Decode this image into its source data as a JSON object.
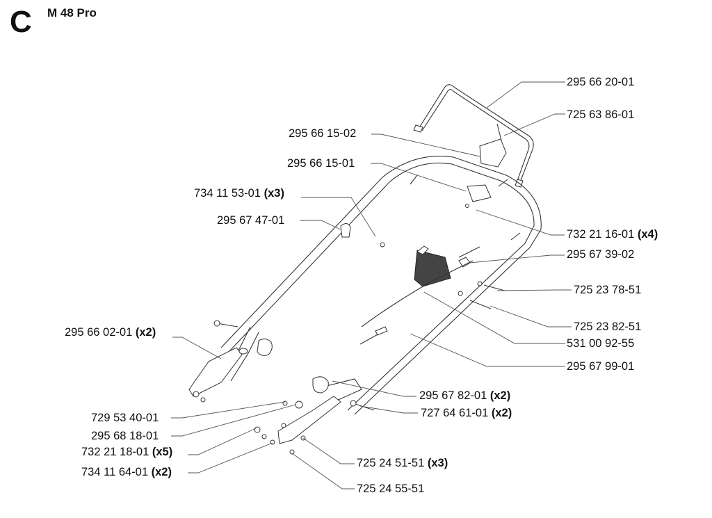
{
  "header": {
    "section_letter": "C",
    "model": "M 48 Pro"
  },
  "parts": [
    {
      "id": "p1",
      "number": "295 66 20-01",
      "qty": ""
    },
    {
      "id": "p2",
      "number": "725 63 86-01",
      "qty": ""
    },
    {
      "id": "p3",
      "number": "295 66 15-02",
      "qty": ""
    },
    {
      "id": "p4",
      "number": "295 66 15-01",
      "qty": ""
    },
    {
      "id": "p5",
      "number": "734 11 53-01",
      "qty": "(x3)"
    },
    {
      "id": "p6",
      "number": "295 67 47-01",
      "qty": ""
    },
    {
      "id": "p7",
      "number": "732 21 16-01",
      "qty": "(x4)"
    },
    {
      "id": "p8",
      "number": "295 67 39-02",
      "qty": ""
    },
    {
      "id": "p9",
      "number": "725 23 78-51",
      "qty": ""
    },
    {
      "id": "p10",
      "number": "295 66 02-01",
      "qty": "(x2)"
    },
    {
      "id": "p11",
      "number": "725 23 82-51",
      "qty": ""
    },
    {
      "id": "p12",
      "number": "531 00 92-55",
      "qty": ""
    },
    {
      "id": "p13",
      "number": "295 67 99-01",
      "qty": ""
    },
    {
      "id": "p14",
      "number": "295 67 82-01",
      "qty": "(x2)"
    },
    {
      "id": "p15",
      "number": "727 64 61-01",
      "qty": "(x2)"
    },
    {
      "id": "p16",
      "number": "729 53 40-01",
      "qty": ""
    },
    {
      "id": "p17",
      "number": "295 68 18-01",
      "qty": ""
    },
    {
      "id": "p18",
      "number": "732 21 18-01",
      "qty": "(x5)"
    },
    {
      "id": "p19",
      "number": "725 24 51-51",
      "qty": "(x3)"
    },
    {
      "id": "p20",
      "number": "734 11 64-01",
      "qty": "(x2)"
    },
    {
      "id": "p21",
      "number": "725 24 55-51",
      "qty": ""
    }
  ]
}
